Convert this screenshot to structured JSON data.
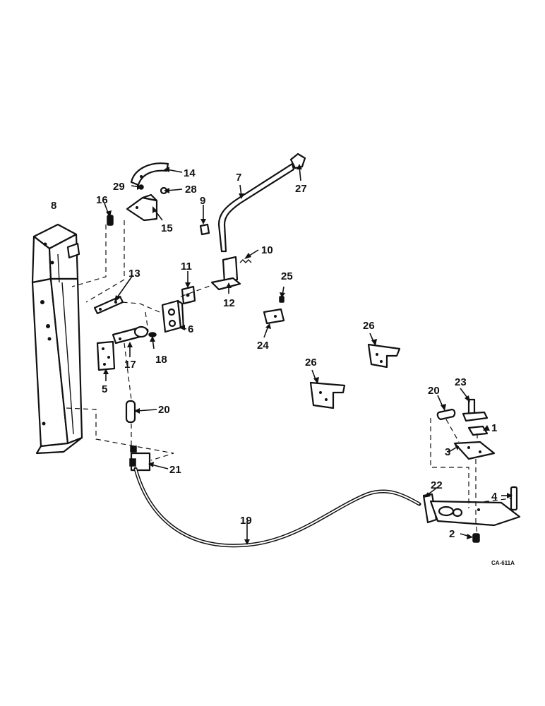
{
  "callouts": {
    "c1": "1",
    "c2": "2",
    "c3": "3",
    "c4": "4",
    "c5": "5",
    "c6": "6",
    "c7": "7",
    "c8": "8",
    "c9": "9",
    "c10": "10",
    "c11": "11",
    "c12": "12",
    "c13": "13",
    "c14": "14",
    "c15": "15",
    "c16": "16",
    "c17": "17",
    "c18": "18",
    "c19": "19",
    "c20a": "20",
    "c20b": "20",
    "c21": "21",
    "c22": "22",
    "c23": "23",
    "c24": "24",
    "c25": "25",
    "c26a": "26",
    "c26b": "26",
    "c27": "27",
    "c28": "28",
    "c29": "29"
  },
  "drawing_code": "CA-611A"
}
